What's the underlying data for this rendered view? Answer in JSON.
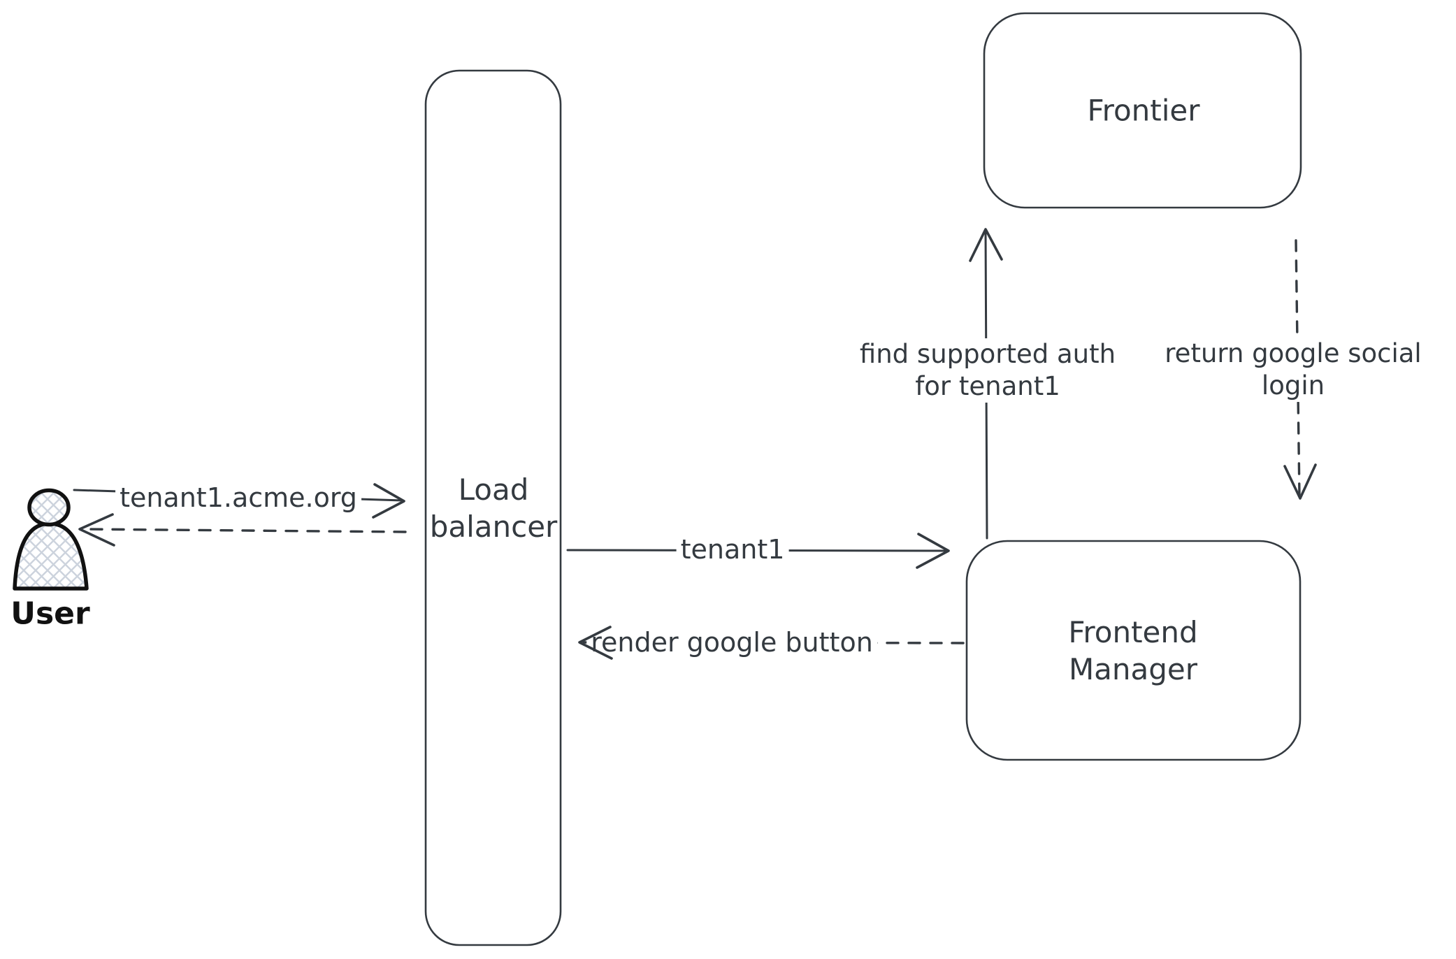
{
  "diagram": {
    "type": "flow-diagram",
    "background_color": "#ffffff",
    "stroke_color": "#343a40",
    "user_icon_stroke_color": "#111111",
    "user_icon_hatch_color": "#ccd3dd",
    "nodes": {
      "user": {
        "label": "User",
        "shape": "person-icon"
      },
      "load_balancer": {
        "line1": "Load",
        "line2": "balancer",
        "shape": "tall-rounded-rect"
      },
      "frontier": {
        "label": "Frontier",
        "shape": "rounded-rect"
      },
      "frontend_manager": {
        "line1": "Frontend",
        "line2": "Manager",
        "shape": "rounded-rect"
      }
    },
    "edges": {
      "user_to_load_balancer": {
        "label": "tenant1.acme.org",
        "style": "solid",
        "direction": "right"
      },
      "load_balancer_to_user": {
        "label": "",
        "style": "dashed",
        "direction": "left"
      },
      "load_balancer_to_frontend_manager": {
        "label": "tenant1",
        "style": "solid",
        "direction": "right"
      },
      "frontend_manager_to_load_balancer": {
        "label": "render google button",
        "style": "dashed",
        "direction": "left"
      },
      "frontend_manager_to_frontier": {
        "line1": "find supported auth",
        "line2": "for tenant1",
        "style": "solid",
        "direction": "up"
      },
      "frontier_to_frontend_manager": {
        "line1": "return google social",
        "line2": "login",
        "style": "dashed",
        "direction": "down"
      }
    }
  }
}
